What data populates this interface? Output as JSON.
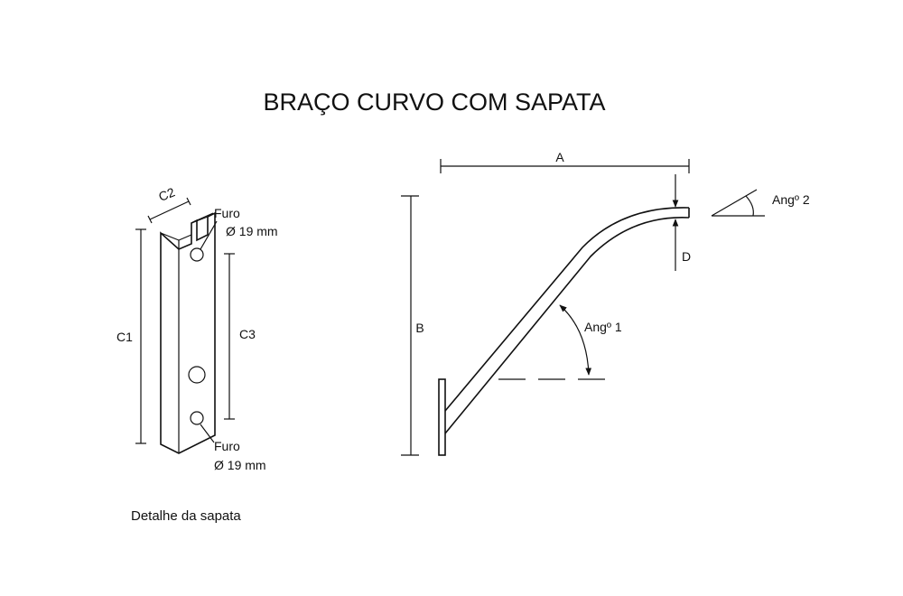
{
  "title": "BRAÇO CURVO COM SAPATA",
  "sapata": {
    "c2": "C2",
    "c1": "C1",
    "c3": "C3",
    "furo_top_line1": "Furo",
    "furo_top_line2": "Ø 19 mm",
    "furo_bottom_line1": "Furo",
    "furo_bottom_line2": "Ø 19 mm",
    "caption": "Detalhe da sapata"
  },
  "arm": {
    "a": "A",
    "b": "B",
    "d": "D",
    "ang1": "Angº 1",
    "ang2": "Angº 2"
  }
}
